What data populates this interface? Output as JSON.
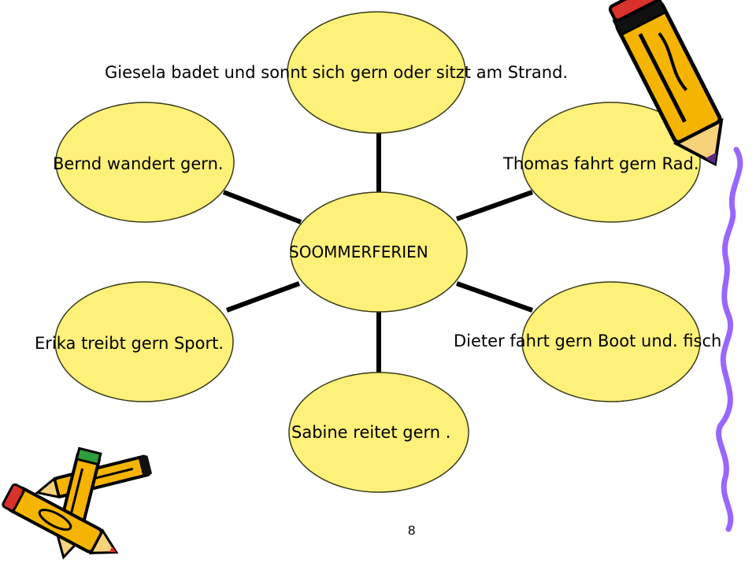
{
  "center": {
    "label": "SOOMMERFERIEN"
  },
  "nodes": [
    {
      "id": "giesela",
      "label": "Giesela badet und sonnt sich gern oder sitzt am Strand."
    },
    {
      "id": "bernd",
      "label": "Bernd wandert gern."
    },
    {
      "id": "thomas",
      "label": "Thomas fahrt gern Rad."
    },
    {
      "id": "erika",
      "label": "Erika treibt gern Sport."
    },
    {
      "id": "dieter",
      "label": "Dieter fahrt gern Boot und. fisch"
    },
    {
      "id": "sabine",
      "label": "Sabine reitet gern ."
    }
  ],
  "footer": {
    "page_number": "8"
  },
  "colors": {
    "node_fill": "#fdf17a",
    "node_stroke": "#3a3a1a",
    "connector": "#000000",
    "accent_purple": "#9966ff",
    "pencil_yellow": "#f4b400",
    "pencil_red": "#d9312b",
    "pencil_green": "#2e9e3b"
  },
  "decorations": [
    {
      "type": "clipart",
      "icon": "pencil-icon",
      "location": "top-right"
    },
    {
      "type": "clipart",
      "icon": "purple-wavy-line",
      "location": "right-edge"
    },
    {
      "type": "clipart",
      "icon": "crossed-pencils-icon",
      "location": "bottom-left"
    }
  ]
}
